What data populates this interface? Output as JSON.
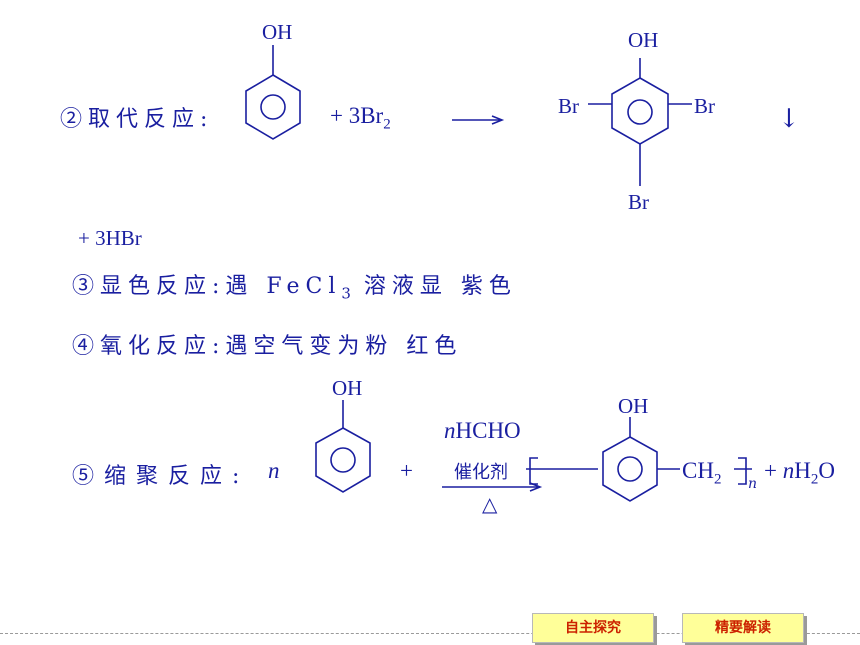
{
  "reactions": {
    "r2": {
      "label": "②取代反应:",
      "reagent": "+ 3Br",
      "reagent_sub": "2",
      "oh_left": "OH",
      "oh_right": "OH",
      "br_left": "Br",
      "br_right": "Br",
      "br_bottom": "Br",
      "precipitate": "↓",
      "byproduct": "+ 3HBr"
    },
    "r3": {
      "text_a": "③显色反应:遇 FeCl",
      "sub": "3",
      "text_b": " 溶液显",
      "result": "紫色"
    },
    "r4": {
      "text": "④氧化反应:遇空气变为粉",
      "result": "红色"
    },
    "r5": {
      "label": "⑤缩聚反应:",
      "n": "n",
      "oh_left": "OH",
      "plus": "+",
      "reagent_n": "n",
      "reagent": "HCHO",
      "catalyst": "催化剂",
      "heat": "△",
      "oh_product": "OH",
      "ch2": "CH",
      "ch2_sub": "2",
      "n_sub": "n",
      "water_prefix": "+ ",
      "water_n": "n",
      "water": "H",
      "water_sub": "2",
      "water_o": "O"
    }
  },
  "nav": {
    "btn1": "自主探究",
    "btn2": "精要解读"
  },
  "colors": {
    "text": "#1a1fa0",
    "button_bg": "#ffff99",
    "button_text": "#cc2200"
  }
}
